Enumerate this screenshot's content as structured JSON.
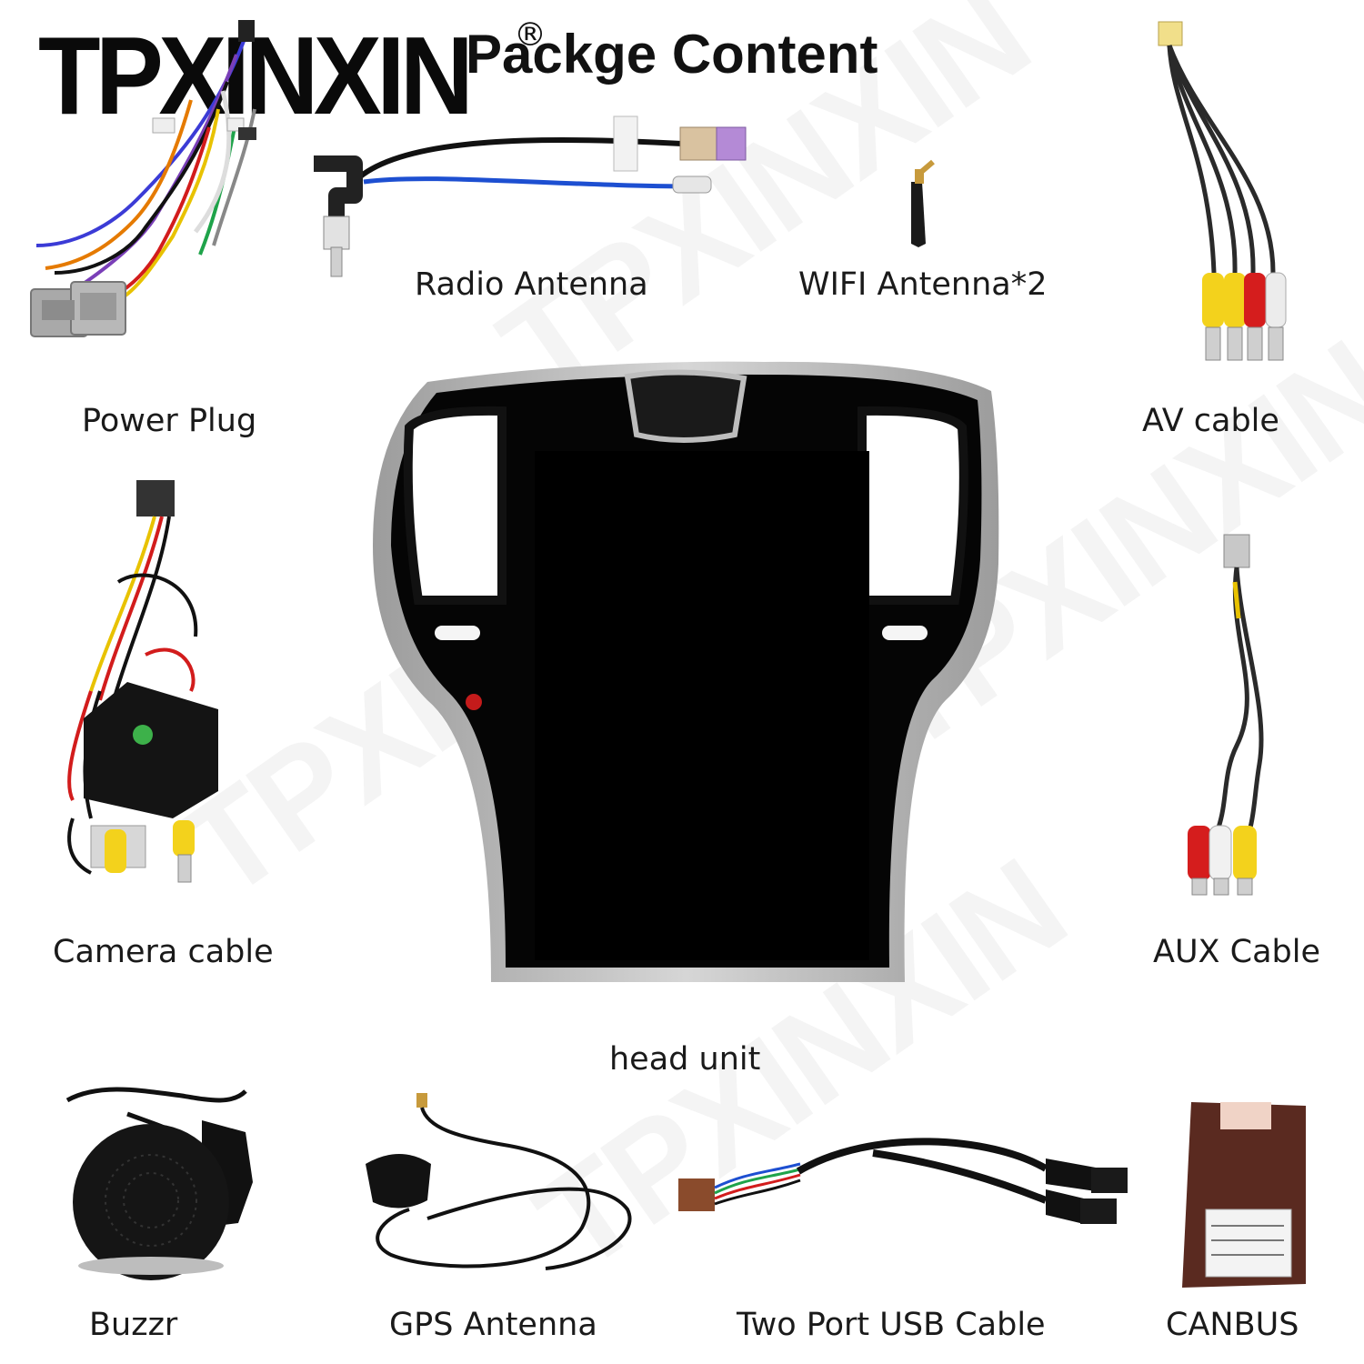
{
  "brand": {
    "name": "TPXINXIN",
    "registered_mark": "®"
  },
  "page_title": "Packge Content",
  "items": {
    "power_plug": "Power Plug",
    "radio_antenna": "Radio Antenna",
    "wifi_antenna": "WIFI Antenna*2",
    "av_cable": "AV cable",
    "camera_cable": "Camera cable",
    "aux_cable": "AUX Cable",
    "head_unit": "head unit",
    "buzzer": "Buzzr",
    "gps_antenna": "GPS Antenna",
    "usb_cable": "Two Port USB Cable",
    "canbus": "CANBUS"
  },
  "watermarks": [
    "TPXINXIN",
    "TPXINXIN",
    "TPXINXIN",
    "TPXINXIN"
  ]
}
